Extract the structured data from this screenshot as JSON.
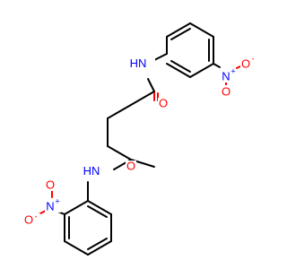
{
  "colors": {
    "carbon": "#000000",
    "nitrogen": "#0000ff",
    "oxygen": "#ff0000"
  },
  "atoms": {
    "amide_n_upper": {
      "text": "N",
      "sub": "H"
    },
    "amide_n_lower": {
      "text": "N",
      "sub": "H"
    },
    "carbonyl_o_upper": {
      "text": "O"
    },
    "carbonyl_o_lower": {
      "text": "O"
    },
    "nitro_n_upper": {
      "text": "N",
      "charge": "+"
    },
    "nitro_n_lower": {
      "text": "N",
      "charge": "+"
    },
    "nitro_o_upper_a": {
      "text": "O",
      "charge": "-"
    },
    "nitro_o_upper_b": {
      "text": "O"
    },
    "nitro_o_lower_a": {
      "text": "O",
      "charge": "-"
    },
    "nitro_o_lower_b": {
      "text": "O"
    }
  }
}
